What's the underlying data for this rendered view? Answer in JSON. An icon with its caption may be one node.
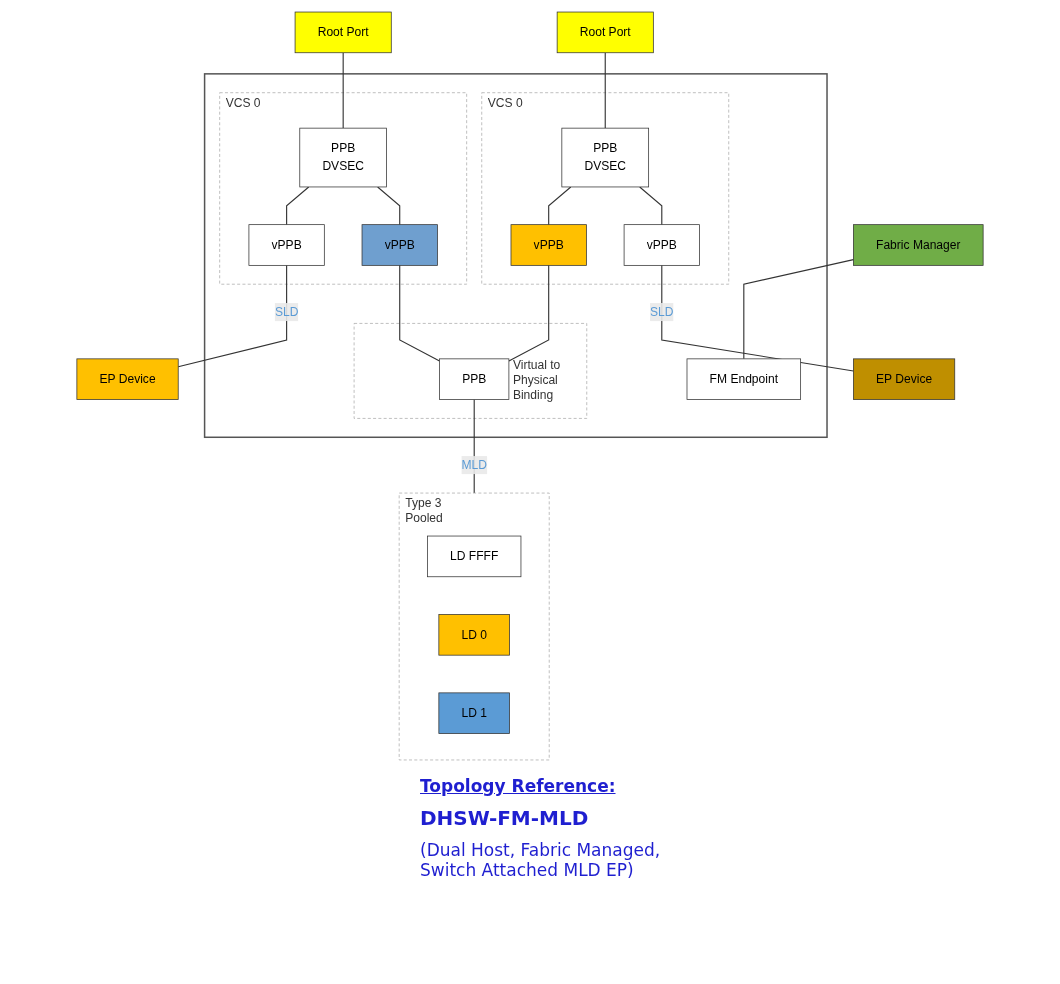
{
  "diagram": {
    "nodes": [
      {
        "text": [
          "Root Port"
        ]
      },
      {
        "text": [
          "Root Port"
        ]
      },
      {
        "text": [
          "Fabric Manager"
        ]
      },
      {
        "text": [],
        "shape": "box"
      },
      {
        "text": [
          "VCS 0"
        ],
        "in": 3
      },
      {
        "text": [
          "PPB",
          "DVSEC"
        ],
        "in": 4
      },
      {
        "text": [
          "vPPB"
        ],
        "in": 4
      },
      {
        "text": [
          "vPPB"
        ],
        "in": 4
      },
      {
        "text": [
          "VCS 0"
        ],
        "in": 3
      },
      {
        "text": [
          "PPB",
          "DVSEC"
        ],
        "in": 8
      },
      {
        "text": [
          "vPPB"
        ],
        "in": 8
      },
      {
        "text": [
          "vPPB"
        ],
        "in": 8
      },
      {
        "text": [
          "FM Endpoint"
        ],
        "in": 3
      },
      {
        "text": [
          "Virtual to Physical Binding"
        ],
        "in": 3
      },
      {
        "text": [
          "PPB"
        ],
        "in": 13
      },
      {
        "text": [
          "EP Device"
        ]
      },
      {
        "text": [
          "Type 3 Pooled"
        ]
      },
      {
        "text": [
          "LD FFFF"
        ],
        "in": 16
      },
      {
        "text": [
          "LD 0"
        ],
        "in": 16
      },
      {
        "text": [
          "LD 1"
        ],
        "in": 16
      },
      {
        "text": [
          "EP Device"
        ]
      }
    ],
    "edges": [
      {
        "from": 0,
        "to": 5,
        "arrow": "none"
      },
      {
        "from": 1,
        "to": 9,
        "arrow": "none"
      },
      {
        "from": 2,
        "to": 12,
        "arrow": "none"
      },
      {
        "from": 5,
        "to": 6,
        "arrow": "none"
      },
      {
        "from": 5,
        "to": 7,
        "arrow": "none"
      },
      {
        "from": 9,
        "to": 10,
        "arrow": "none"
      },
      {
        "from": 9,
        "to": 11,
        "arrow": "none"
      },
      {
        "from": 6,
        "to": 15,
        "arrow": "none",
        "label": "SLD"
      },
      {
        "from": 7,
        "to": 14,
        "arrow": "none"
      },
      {
        "from": 10,
        "to": 14,
        "arrow": "none"
      },
      {
        "from": 11,
        "to": 20,
        "arrow": "none",
        "label": "SLD"
      },
      {
        "from": 14,
        "to": 16,
        "arrow": "none",
        "label": "MLD"
      }
    ],
    "labels": [
      "Topology Reference:",
      "DHSW-FM-MLD",
      "(Dual Host, Fabric Managed, Switch Attached MLD EP)"
    ]
  }
}
